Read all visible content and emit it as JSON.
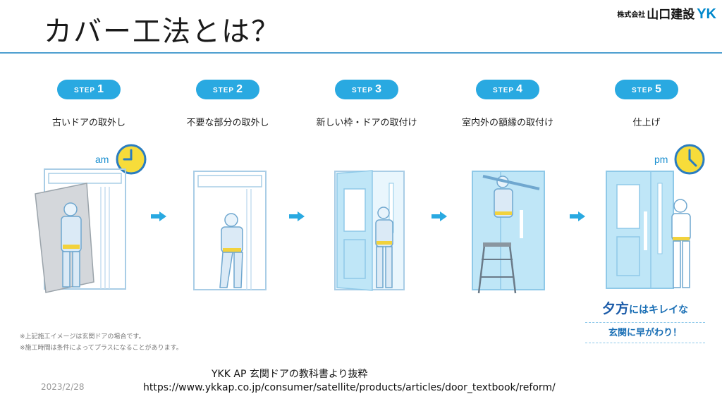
{
  "header": {
    "title": "カバー工法とは？",
    "company_prefix": "株式会社",
    "company_name": "山口建設",
    "company_mark": "YK"
  },
  "steps": [
    {
      "label": "STEP",
      "number": "1",
      "title": "古いドアの取外し"
    },
    {
      "label": "STEP",
      "number": "2",
      "title": "不要な部分の取外し"
    },
    {
      "label": "STEP",
      "number": "3",
      "title": "新しい枠・ドアの取付け"
    },
    {
      "label": "STEP",
      "number": "4",
      "title": "室内外の額縁の取付け"
    },
    {
      "label": "STEP",
      "number": "5",
      "title": "仕上げ"
    }
  ],
  "clocks": {
    "start": "am",
    "end": "pm"
  },
  "notes": [
    "※上記施工イメージは玄関ドアの場合です。",
    "※施工時間は条件によってプラスになることがあります。"
  ],
  "slogan": {
    "line1_big": "夕方",
    "line1_rest": "にはキレイな",
    "line2": "玄関に早がわり！"
  },
  "footer": {
    "date": "2023/2/28",
    "source": "YKK AP 玄関ドアの教科書より抜粋",
    "url": "https://www.ykkap.co.jp/consumer/satellite/products/articles/door_textbook/reform/"
  },
  "colors": {
    "accent": "#29a9e1",
    "rule": "#4f9fd0",
    "clock": "#f7dc3a",
    "door": "#bfe6f7"
  }
}
